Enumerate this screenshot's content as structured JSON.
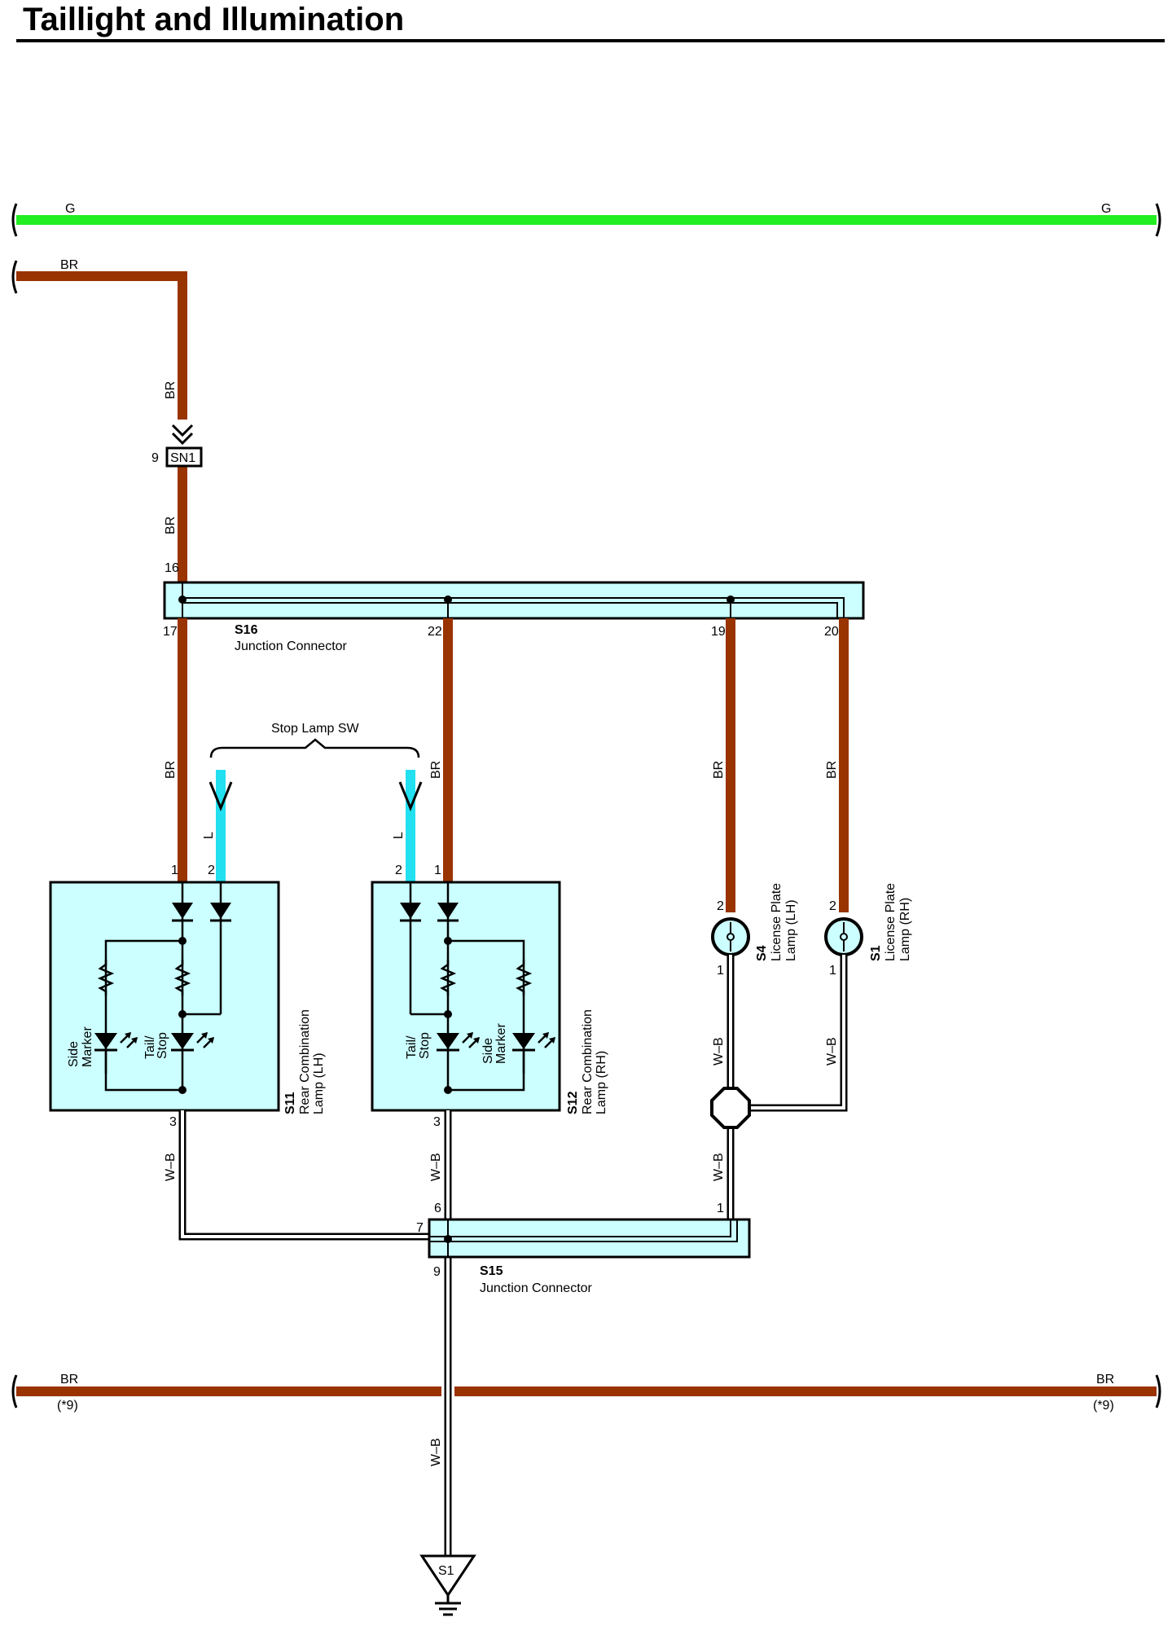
{
  "title": "Taillight and Illumination",
  "colors": {
    "green": "#22ee22",
    "brown": "#993300",
    "blue": "#22e0f0",
    "box_fill": "#ccffff"
  },
  "wires": {
    "g_left": "G",
    "g_right": "G",
    "br_top": "BR",
    "br_v1": "BR",
    "br_v2": "BR",
    "br_17": "BR",
    "br_22": "BR",
    "br_19": "BR",
    "br_20": "BR",
    "l_left": "L",
    "l_right": "L",
    "wb_s11": "W–B",
    "wb_s12": "W–B",
    "wb_s4": "W–B",
    "wb_s1": "W–B",
    "wb_junc": "W–B",
    "wb_ground": "W–B",
    "br_bottom_left": "BR",
    "br_bottom_right": "BR",
    "note_left": "(*9)",
    "note_right": "(*9)"
  },
  "sn1": {
    "pin": "9",
    "label": "SN1"
  },
  "s16": {
    "id": "S16",
    "name": "Junction Connector",
    "pin_in": "16",
    "pins": [
      "17",
      "22",
      "19",
      "20"
    ]
  },
  "switch": {
    "label": "Stop Lamp SW"
  },
  "s11": {
    "id": "S11",
    "name1": "Rear Combination",
    "name2": "Lamp (LH)",
    "pin1": "1",
    "pin2": "2",
    "pin3": "3",
    "side1": "Side",
    "side2": "Marker",
    "tail1": "Tail/",
    "tail2": "Stop"
  },
  "s12": {
    "id": "S12",
    "name1": "Rear Combination",
    "name2": "Lamp (RH)",
    "pin1": "1",
    "pin2": "2",
    "pin3": "3",
    "side1": "Side",
    "side2": "Marker",
    "tail1": "Tail/",
    "tail2": "Stop"
  },
  "s4": {
    "id": "S4",
    "name1": "License Plate",
    "name2": "Lamp (LH)",
    "pin_top": "2",
    "pin_bot": "1"
  },
  "s1": {
    "id": "S1",
    "name1": "License Plate",
    "name2": "Lamp (RH)",
    "pin_top": "2",
    "pin_bot": "1"
  },
  "s15": {
    "id": "S15",
    "name": "Junction Connector",
    "pin6": "6",
    "pin7": "7",
    "pin1": "1",
    "pin9": "9"
  },
  "ground": {
    "label": "S1"
  }
}
